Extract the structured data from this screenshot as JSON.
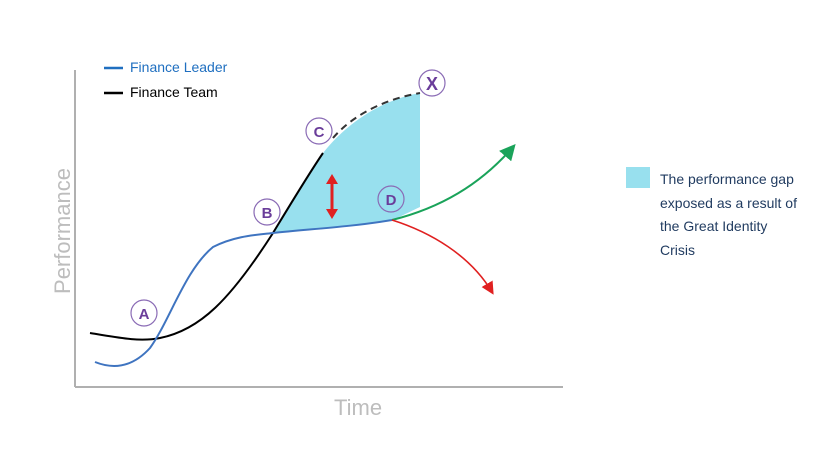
{
  "legend": {
    "items": [
      {
        "label": "Finance Leader",
        "color": "#1f6fc0"
      },
      {
        "label": "Finance Team",
        "color": "#000000"
      }
    ]
  },
  "axes": {
    "x_label": "Time",
    "y_label": "Performance"
  },
  "points": [
    "A",
    "B",
    "C",
    "D",
    "X"
  ],
  "note": {
    "text": "The performance gap exposed as a result of the Great Identity Crisis",
    "color": "#98e0ee"
  }
}
